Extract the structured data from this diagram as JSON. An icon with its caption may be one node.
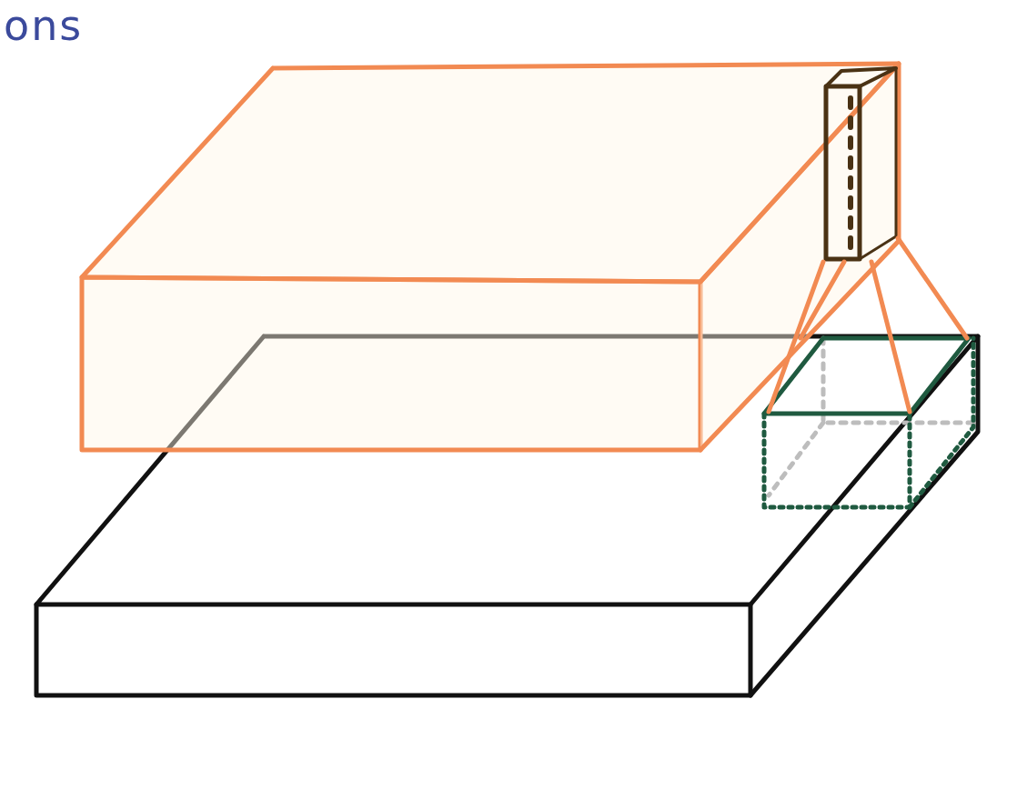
{
  "diagram": {
    "nodes": [
      {
        "text": [],
        "shape": "box"
      },
      {
        "text": [],
        "shape": "box"
      }
    ],
    "edges": [
      {
        "from": 0,
        "to": 1,
        "arrow": "none"
      },
      {
        "from": 0,
        "to": 1,
        "arrow": "none"
      },
      {
        "from": 0,
        "to": 1,
        "arrow": "none"
      },
      {
        "from": 0,
        "to": 1,
        "arrow": "none"
      }
    ],
    "labels": [
      "ons"
    ]
  }
}
